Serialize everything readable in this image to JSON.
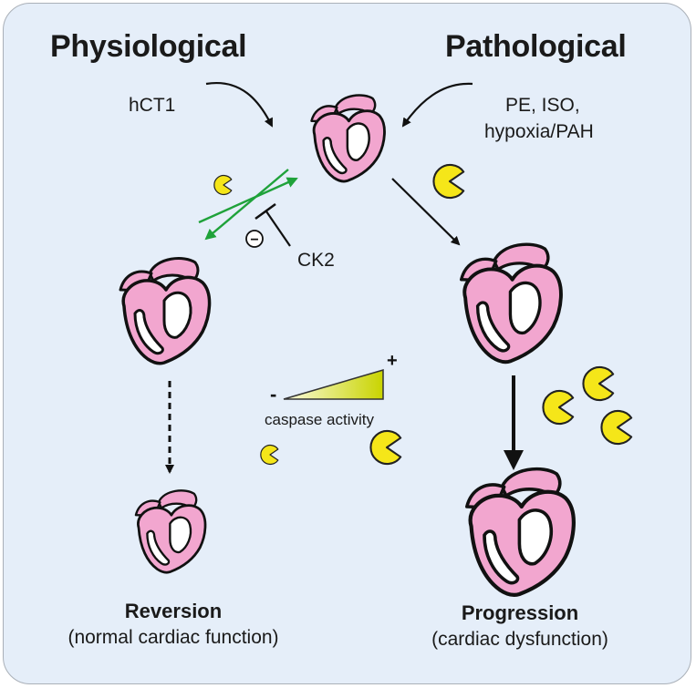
{
  "titles": {
    "left": "Physiological",
    "right": "Pathological"
  },
  "stimuli": {
    "left": "hCT1",
    "right_line1": "PE, ISO,",
    "right_line2": "hypoxia/PAH"
  },
  "regulator": {
    "label": "CK2",
    "inhibit_symbol": "−"
  },
  "caspase_scale": {
    "minus": "-",
    "plus": "+",
    "label": "caspase activity"
  },
  "outcomes": {
    "left_title": "Reversion",
    "left_sub": "(normal cardiac function)",
    "right_title": "Progression",
    "right_sub": "(cardiac dysfunction)"
  },
  "colors": {
    "background": "#e5eef9",
    "heart": "#f2a6cf",
    "heart_outline": "#111111",
    "caspase": "#f5e619",
    "green_arrow": "#1fa23a",
    "gradient_start": "#fbfbe0",
    "gradient_end": "#c9d400"
  }
}
